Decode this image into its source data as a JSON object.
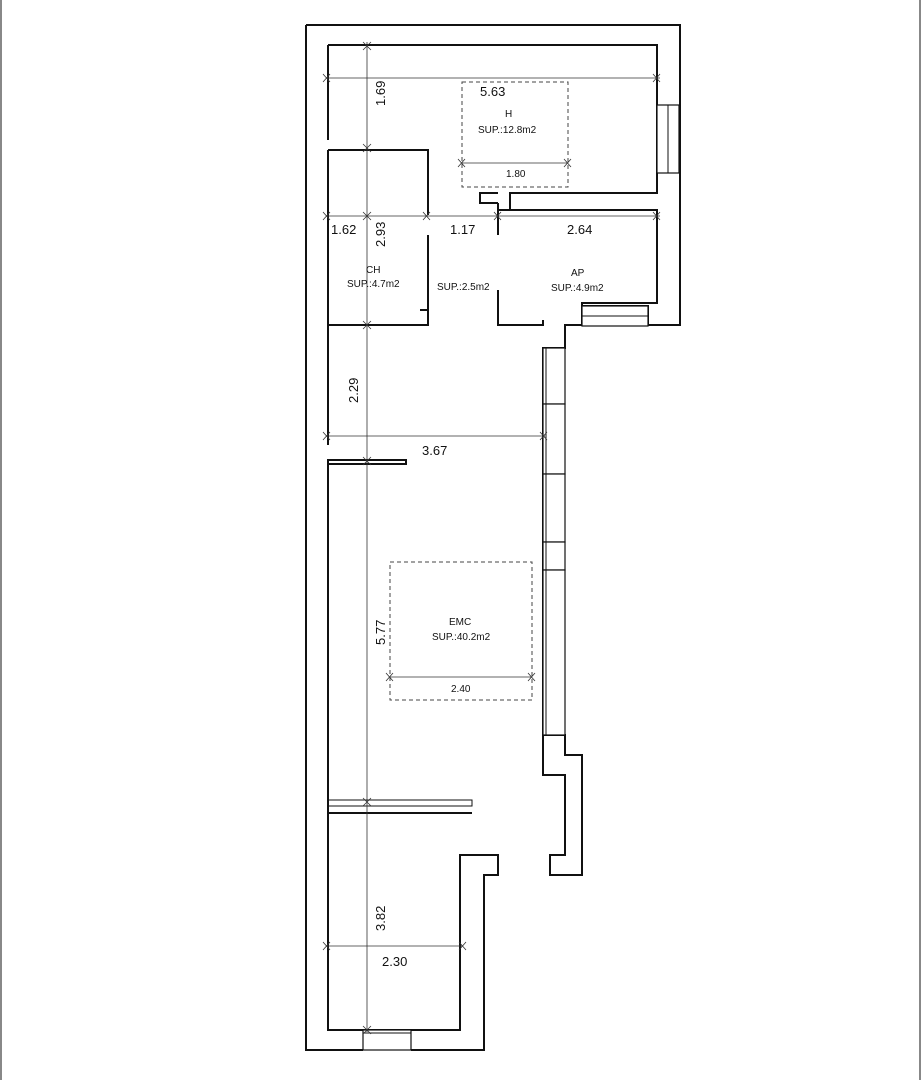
{
  "rooms": {
    "h": {
      "name": "H",
      "area": "SUP.:12.8m2",
      "furniture_width": "1.80"
    },
    "ch": {
      "name": "CH",
      "area": "SUP.:4.7m2"
    },
    "hall": {
      "area": "SUP.:2.5m2"
    },
    "ap": {
      "name": "AP",
      "area": "SUP.:4.9m2"
    },
    "emc": {
      "name": "EMC",
      "area": "SUP.:40.2m2",
      "furniture_width": "2.40"
    }
  },
  "dimensions": {
    "h_width": "5.63",
    "h_depth": "1.69",
    "ch_width": "1.62",
    "ch_depth": "2.93",
    "hall_width": "1.17",
    "ap_width": "2.64",
    "corridor_depth": "2.29",
    "living_width": "3.67",
    "living_depth": "5.77",
    "bottom_depth": "3.82",
    "bottom_width": "2.30"
  }
}
